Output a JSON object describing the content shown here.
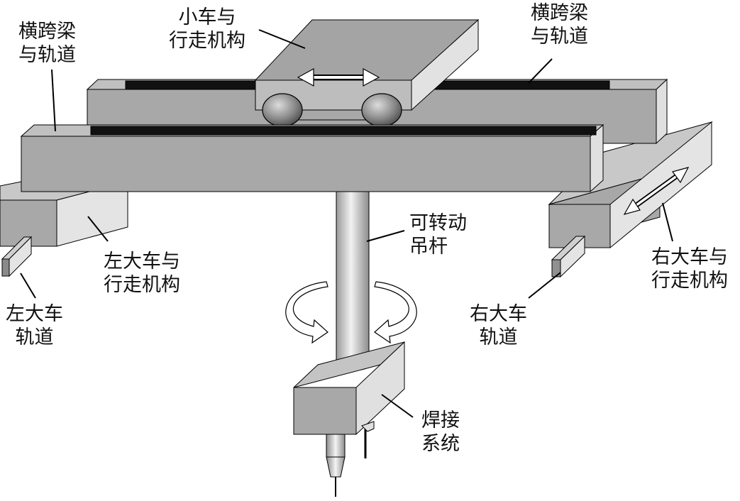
{
  "labels": {
    "beam_left": [
      "横跨梁",
      "与轨道"
    ],
    "trolley": [
      "小车与",
      "行走机构"
    ],
    "beam_right": [
      "横跨梁",
      "与轨道"
    ],
    "rotating_rod": [
      "可转动",
      "吊杆"
    ],
    "left_carriage": [
      "左大车与",
      "行走机构"
    ],
    "left_rail": [
      "左大车",
      "轨道"
    ],
    "right_carriage": [
      "右大车与",
      "行走机构"
    ],
    "right_rail": [
      "右大车",
      "轨道"
    ],
    "welding": [
      "焊接",
      "系统"
    ]
  },
  "colors": {
    "structure_front": "#a8a8a8",
    "structure_top": "#c8c8c8",
    "structure_side": "#e0e0e0",
    "rail_slot": "#111111",
    "outline": "#000000"
  }
}
